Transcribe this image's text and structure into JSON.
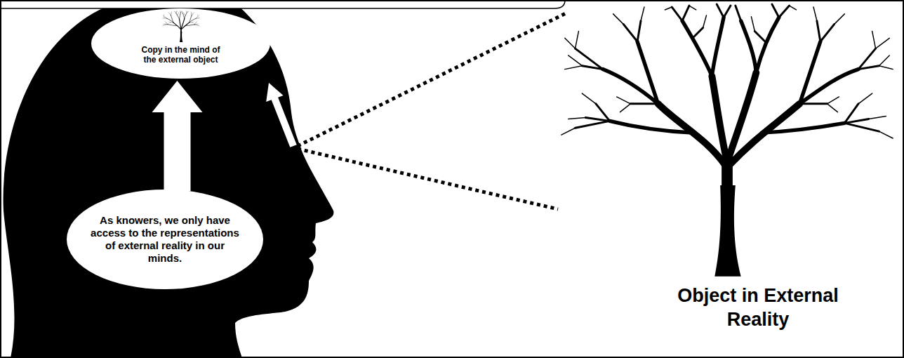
{
  "diagram": {
    "nodes": [
      {
        "text": [
          "Copy in the mind of the external object"
        ]
      },
      {
        "text": [
          "As knowers, we only have access to the representations of external reality in our minds."
        ]
      }
    ],
    "edges": [
      {
        "from": 1,
        "to": 0,
        "arrow": "to"
      }
    ],
    "labels": [
      "Object in External Reality"
    ]
  }
}
